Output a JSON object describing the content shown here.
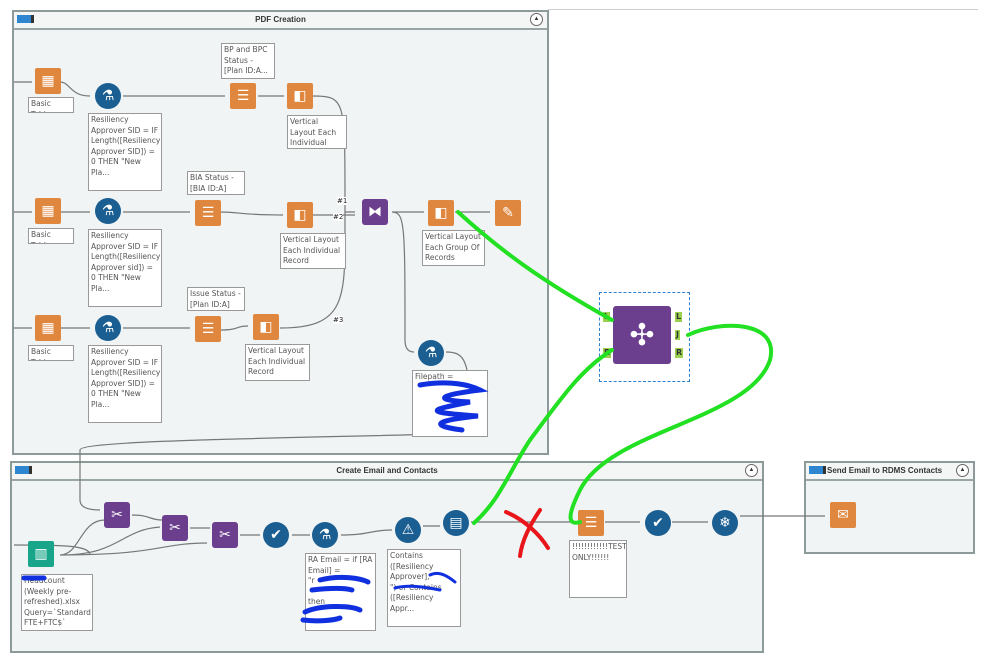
{
  "containers": {
    "pdf_creation": "PDF Creation",
    "create_email": "Create Email and Contacts",
    "send_email": "Send Email to RDMS Contacts",
    "collapse_glyph": "▲"
  },
  "pdf": {
    "basic_table": "Basic Table",
    "formula_1": "Resiliency Approver SID = IF Length([Resiliency Approver SID]) = 0 THEN \"New Pla...",
    "formula_2": "Resiliency Approver SID = IF Length([Resiliency Approver sid]) = 0 THEN \"New Pla...",
    "formula_3": "Resiliency Approver SID = IF Length([Resiliency Approver SID]) = 0 THEN \"New Pla...",
    "summ_1": "BP and BPC Status - [Plan ID:A...",
    "summ_2": "BIA Status - [BIA ID:A]",
    "summ_3": "Issue Status - [Plan ID:A]",
    "layout_individual": "Vertical Layout Each Individual Record",
    "layout_group": "Vertical Layout Each Group Of Records",
    "union_tags": [
      "#1",
      "#2",
      "#3"
    ],
    "filepath": "Filepath ="
  },
  "join_tool": {
    "ports": [
      "L",
      "J",
      "R"
    ],
    "inputs": [
      "L",
      "R"
    ]
  },
  "email": {
    "input_annot": "Headcount (Weekly pre-refreshed).xlsx Query=`Standard FTE+FTC$`",
    "formula_annot": "RA Email = if [RA Email] =\n\"r\n\nthen",
    "filter_annot": "Contains ([Resiliency Approver],\"\n\") or Contains ([Resiliency Appr...",
    "test_annot": "!!!!!!!!!!!!TEST ONLY!!!!!!\n\n\n\n..."
  },
  "colors": {
    "tool_orange": "#e0873f",
    "tool_blue": "#1b5e91",
    "tool_purple": "#6b3f8d",
    "annotation_green": "#22e022",
    "annotation_red": "#e8161a",
    "redaction_blue": "#1030e0"
  }
}
